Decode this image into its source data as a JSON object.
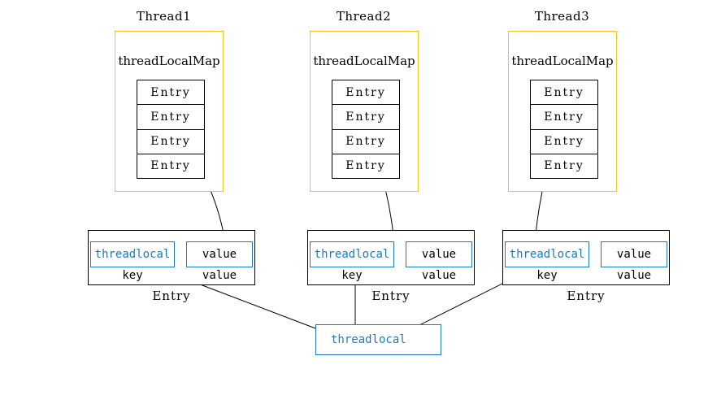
{
  "colors": {
    "map_border_orange": "#fdc11e",
    "threadlocal_blue": "#1b7cc2",
    "line_black": "#000000"
  },
  "threads": [
    {
      "title": "Thread1",
      "map_label": "threadLocalMap",
      "map_entries": [
        "Entry",
        "Entry",
        "Entry",
        "Entry"
      ],
      "entry": {
        "key_value": "threadlocal",
        "value_value": "value",
        "key_label": "key",
        "value_label": "value",
        "caption": "Entry"
      }
    },
    {
      "title": "Thread2",
      "map_label": "threadLocalMap",
      "map_entries": [
        "Entry",
        "Entry",
        "Entry",
        "Entry"
      ],
      "entry": {
        "key_value": "threadlocal",
        "value_value": "value",
        "key_label": "key",
        "value_label": "value",
        "caption": "Entry"
      }
    },
    {
      "title": "Thread3",
      "map_label": "threadLocalMap",
      "map_entries": [
        "Entry",
        "Entry",
        "Entry",
        "Entry"
      ],
      "entry": {
        "key_value": "threadlocal",
        "value_value": "value",
        "key_label": "key",
        "value_label": "value",
        "caption": "Entry"
      }
    }
  ],
  "shared": {
    "threadlocal_label": "threadlocal"
  }
}
